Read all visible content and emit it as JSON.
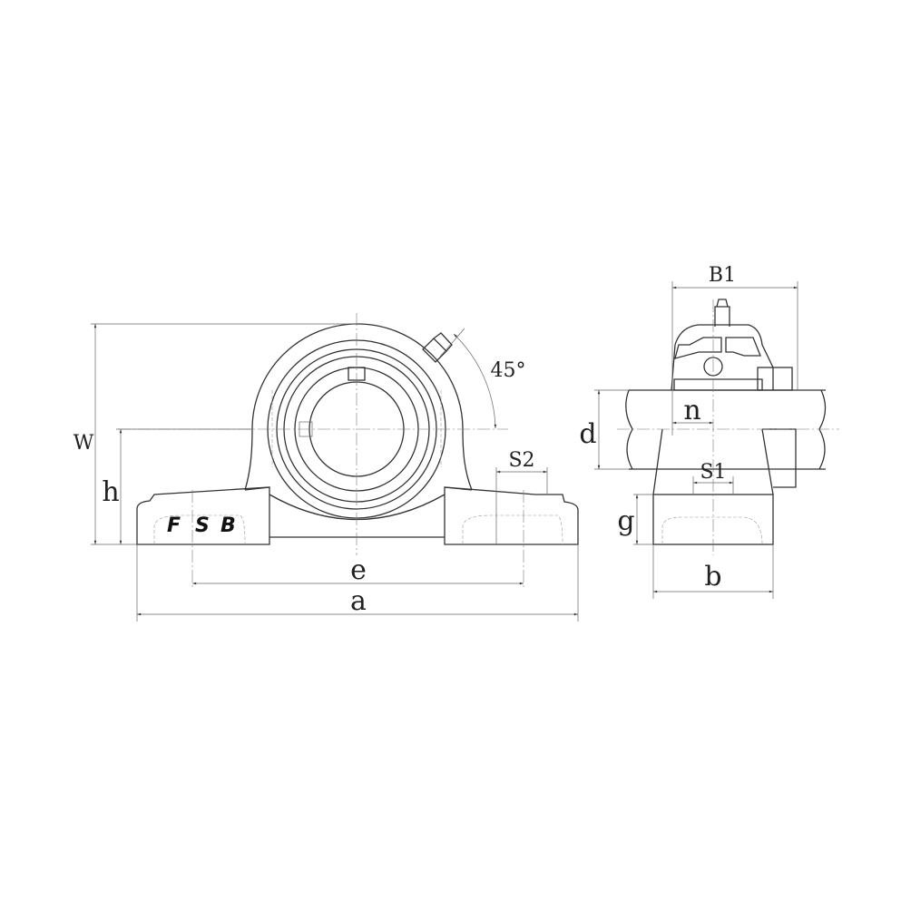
{
  "front_view": {
    "labels": {
      "W": "W",
      "h": "h",
      "e": "e",
      "a": "a",
      "S2": "S2",
      "angle": "45°"
    },
    "logo": [
      "F",
      "S",
      "B"
    ]
  },
  "side_view": {
    "labels": {
      "B1": "B1",
      "d": "d",
      "n": "n",
      "S1": "S1",
      "g": "g",
      "b": "b"
    }
  },
  "colors": {
    "line": "#333333",
    "background": "#ffffff"
  }
}
